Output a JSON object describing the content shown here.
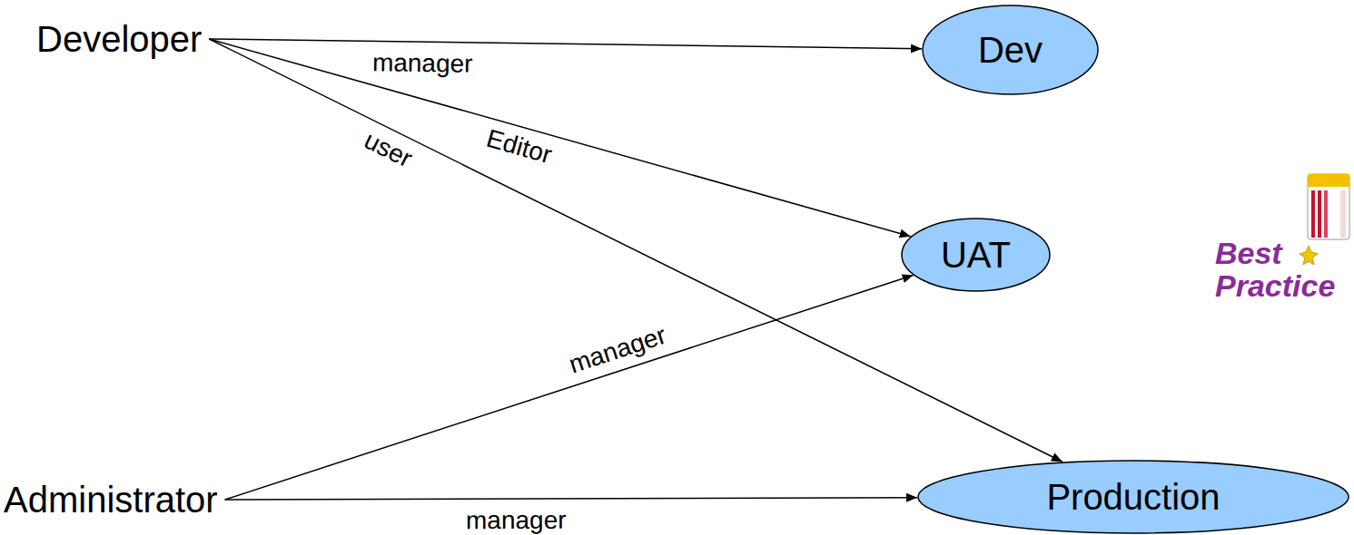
{
  "diagram": {
    "nodes": [
      {
        "text": [
          "Developer"
        ]
      },
      {
        "text": [
          "Dev"
        ]
      },
      {
        "text": [
          "UAT"
        ]
      },
      {
        "text": [
          "Administrator"
        ]
      },
      {
        "text": [
          "Production"
        ]
      }
    ],
    "edges": [
      {
        "from": 0,
        "to": 1,
        "arrow": "to",
        "label": "manager"
      },
      {
        "from": 0,
        "to": 2,
        "arrow": "to",
        "label": "Editor"
      },
      {
        "from": 0,
        "to": 4,
        "arrow": "to",
        "label": "user"
      },
      {
        "from": 3,
        "to": 2,
        "arrow": "to",
        "label": "manager"
      },
      {
        "from": 3,
        "to": 4,
        "arrow": "to",
        "label": "manager"
      }
    ],
    "labels": [
      "Best Practice"
    ]
  }
}
